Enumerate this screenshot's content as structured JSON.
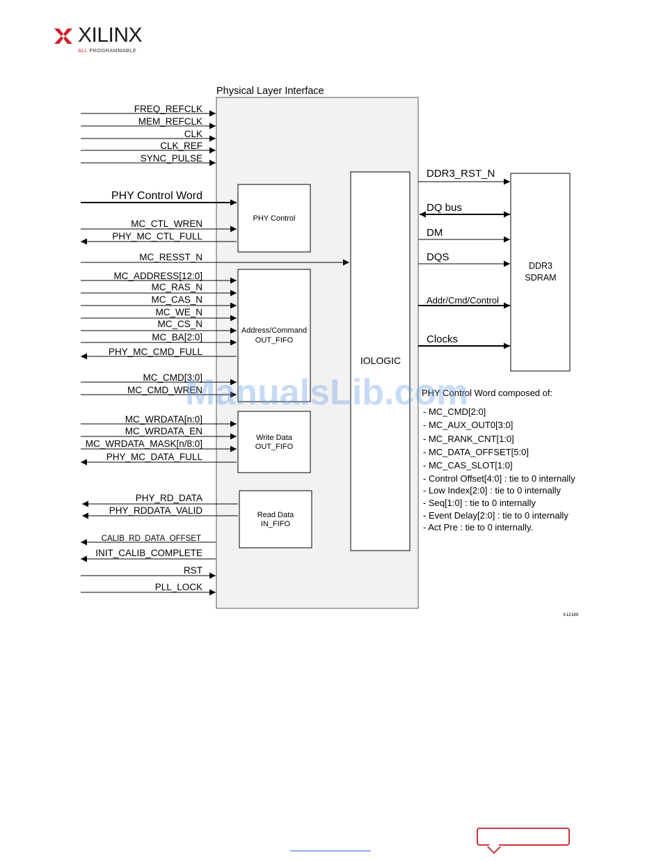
{
  "logo": {
    "brand": "XILINX",
    "tag_all": "ALL",
    "tag_rest": " PROGRAMMABLE",
    "mark_color": "#d0202a"
  },
  "diagram": {
    "title": "Physical Layer Interface",
    "blocks": {
      "phy_control": "PHY Control",
      "addr_cmd_1": "Address/Command",
      "addr_cmd_2": "OUT_FIFO",
      "write_data_1": "Write Data",
      "write_data_2": "OUT_FIFO",
      "read_data_1": "Read Data",
      "read_data_2": "IN_FIFO",
      "iologic": "IOLOGIC",
      "ddr3_1": "DDR3",
      "ddr3_2": "SDRAM"
    },
    "left_signals": {
      "freq_refclk": "FREQ_REFCLK",
      "mem_refclk": "MEM_REFCLK",
      "clk": "CLK",
      "clk_ref": "CLK_REF",
      "sync_pulse": "SYNC_PULSE",
      "phy_control_word": "PHY Control Word",
      "mc_ctl_wren": "MC_CTL_WREN",
      "phy_mc_ctl_full": "PHY_MC_CTL_FULL",
      "mc_resst_n": "MC_RESST_N",
      "mc_address": "MC_ADDRESS[12:0]",
      "mc_ras_n": "MC_RAS_N",
      "mc_cas_n": "MC_CAS_N",
      "mc_we_n": "MC_WE_N",
      "mc_cs_n": "MC_CS_N",
      "mc_ba": "MC_BA[2:0]",
      "phy_mc_cmd_full": "PHY_MC_CMD_FULL",
      "mc_cmd": "MC_CMD[3:0]",
      "mc_cmd_wren": "MC_CMD_WREN",
      "mc_wrdata": "MC_WRDATA[n:0]",
      "mc_wrdata_en": "MC_WRDATA_EN",
      "mc_wrdata_mask": "MC_WRDATA_MASK[n/8:0]",
      "phy_mc_data_full": "PHY_MC_DATA_FULL",
      "phy_rd_data": "PHY_RD_DATA",
      "phy_rddata_valid": "PHY_RDDATA_VALID",
      "calib_rd_data_offset": "CALIB_RD_DATA_OFFSET",
      "init_calib_complete": "INIT_CALIB_COMPLETE",
      "rst": "RST",
      "pll_lock": "PLL_LOCK"
    },
    "right_signals": {
      "ddr3_rst_n": "DDR3_RST_N",
      "dq_bus": "DQ bus",
      "dm": "DM",
      "dqs": "DQS",
      "addr_cmd_control": "Addr/Cmd/Control",
      "clocks": "Clocks"
    },
    "composition": {
      "heading": "PHY Control Word composed of:",
      "items": [
        "- MC_CMD[2:0]",
        "- MC_AUX_OUT0[3:0]",
        "- MC_RANK_CNT[1:0]",
        "- MC_DATA_OFFSET[5:0]",
        "- MC_CAS_SLOT[1:0]",
        "- Control Offset[4:0] : tie to 0 internally",
        "- Low Index[2:0]  : tie to 0 internally",
        "- Seq[1:0]  : tie to 0 internally",
        "- Event Delay[2:0]  : tie to 0 internally",
        "- Act Pre : tie to 0 internally."
      ]
    },
    "figure_id": "X12189"
  },
  "watermark": "ManualsLib.com",
  "colors": {
    "phy_fill": "#f2f2f2",
    "line": "#000000",
    "watermark": "#6ea0e6",
    "bubble": "#c8323c"
  }
}
